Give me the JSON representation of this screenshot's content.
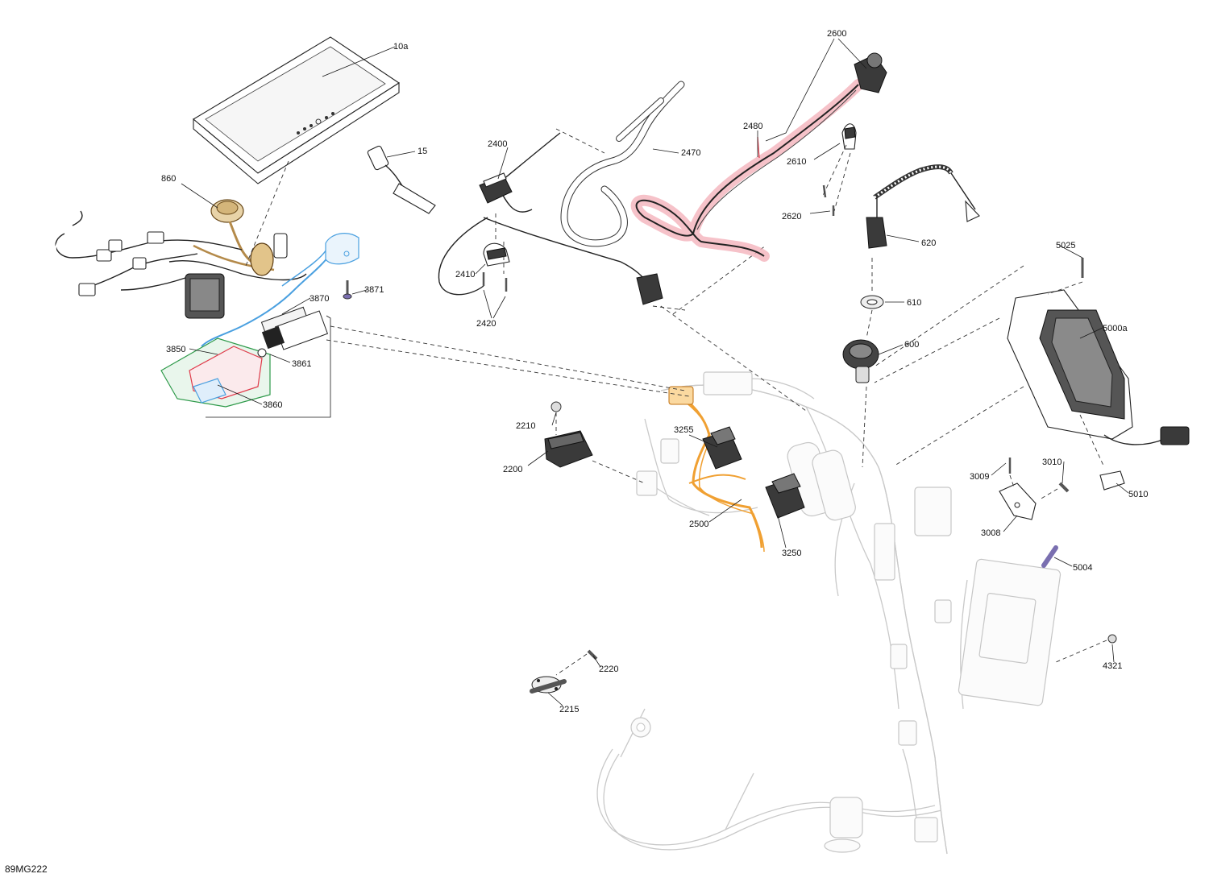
{
  "diagram": {
    "reference_code": "89MG222",
    "colors": {
      "line": "#222222",
      "faded": "#c6c6c6",
      "highlight_red": "#e03a4a",
      "highlight_red_glow": "#f4b3bb",
      "highlight_orange": "#f0a032",
      "highlight_blue": "#4aa0e0",
      "highlight_green": "#2e9a4a",
      "highlight_bronze": "#b48a4a"
    },
    "callouts": [
      {
        "id": "10a",
        "label": "10a"
      },
      {
        "id": "15",
        "label": "15"
      },
      {
        "id": "860",
        "label": "860"
      },
      {
        "id": "2400",
        "label": "2400"
      },
      {
        "id": "2470",
        "label": "2470"
      },
      {
        "id": "2480",
        "label": "2480"
      },
      {
        "id": "2600",
        "label": "2600"
      },
      {
        "id": "2610",
        "label": "2610"
      },
      {
        "id": "2620",
        "label": "2620"
      },
      {
        "id": "620",
        "label": "620"
      },
      {
        "id": "2410",
        "label": "2410"
      },
      {
        "id": "2420",
        "label": "2420"
      },
      {
        "id": "3870",
        "label": "3870"
      },
      {
        "id": "3871",
        "label": "3871"
      },
      {
        "id": "3850",
        "label": "3850"
      },
      {
        "id": "3861",
        "label": "3861"
      },
      {
        "id": "3860",
        "label": "3860"
      },
      {
        "id": "5025",
        "label": "5025"
      },
      {
        "id": "610",
        "label": "610"
      },
      {
        "id": "600",
        "label": "600"
      },
      {
        "id": "5000a",
        "label": "5000a"
      },
      {
        "id": "2210",
        "label": "2210"
      },
      {
        "id": "3255",
        "label": "3255"
      },
      {
        "id": "2200",
        "label": "2200"
      },
      {
        "id": "3009",
        "label": "3009"
      },
      {
        "id": "3010",
        "label": "3010"
      },
      {
        "id": "5010",
        "label": "5010"
      },
      {
        "id": "2500",
        "label": "2500"
      },
      {
        "id": "3008",
        "label": "3008"
      },
      {
        "id": "3250",
        "label": "3250"
      },
      {
        "id": "5004",
        "label": "5004"
      },
      {
        "id": "2220",
        "label": "2220"
      },
      {
        "id": "4321",
        "label": "4321"
      },
      {
        "id": "2215",
        "label": "2215"
      }
    ]
  }
}
